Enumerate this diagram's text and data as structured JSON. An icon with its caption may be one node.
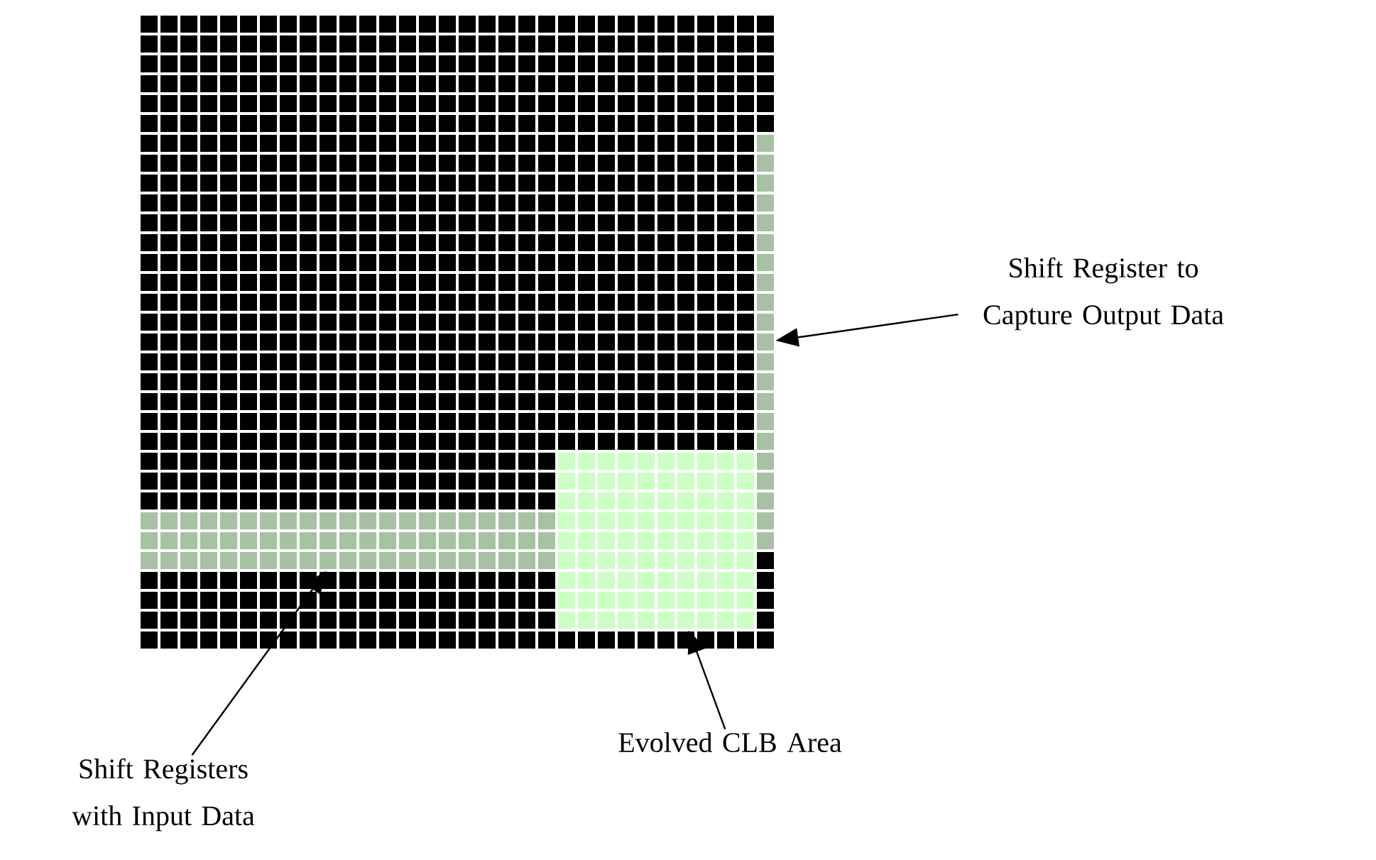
{
  "diagram": {
    "nodes": [
      {
        "text": [
          "Shift Register to Capture Output Data"
        ]
      },
      {
        "text": [],
        "shape": "box"
      },
      {
        "text": [],
        "shape": "box"
      },
      {
        "text": [],
        "shape": "box"
      },
      {
        "text": [
          "Evolved CLB Area"
        ]
      },
      {
        "text": [
          "Shift Registers with Input Data"
        ]
      }
    ],
    "edges": [
      {
        "from": 0,
        "to": 1,
        "arrow": "to"
      },
      {
        "from": 4,
        "to": 2,
        "arrow": "to"
      },
      {
        "from": 5,
        "to": 3,
        "arrow": "to"
      }
    ]
  }
}
